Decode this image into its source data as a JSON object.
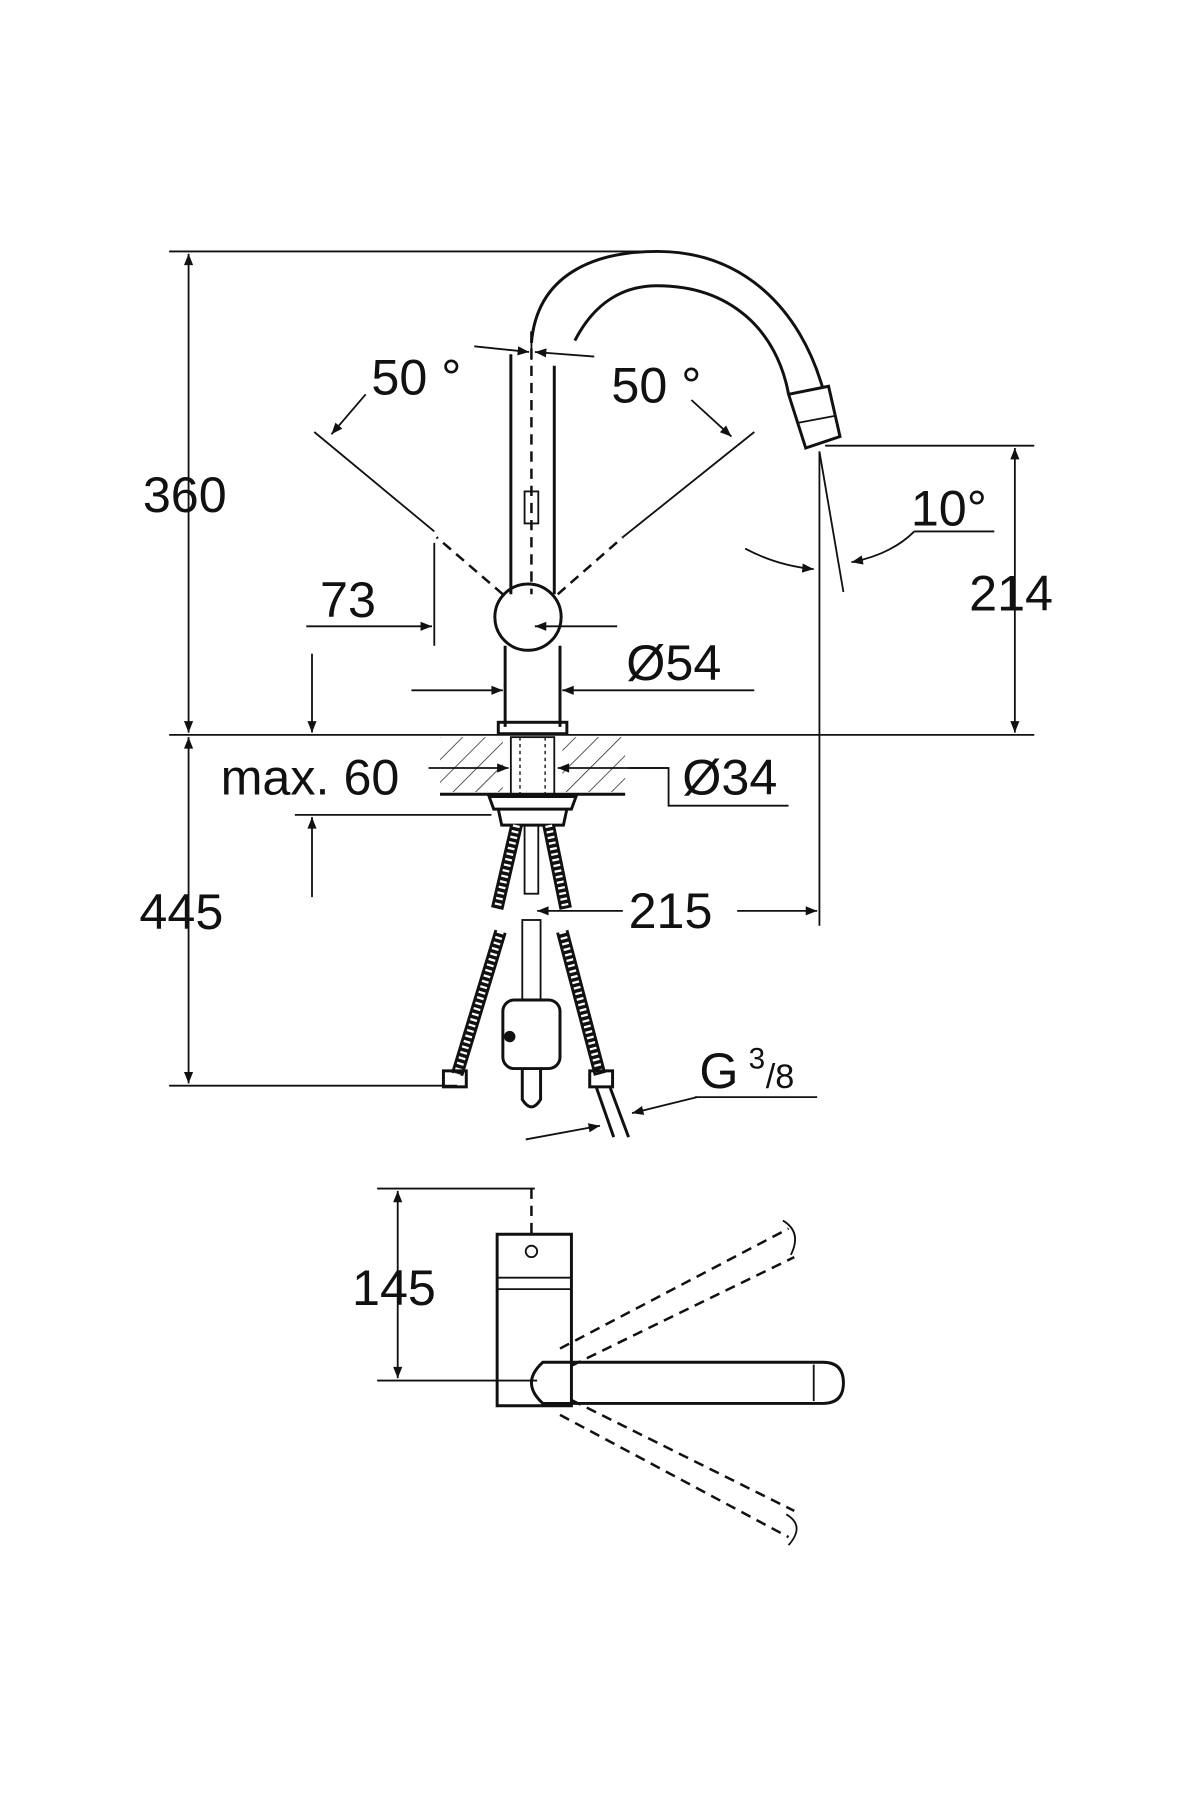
{
  "drawing": {
    "dimensions": {
      "total_height": "360",
      "lever_angle_left": "50 °",
      "lever_angle_right": "50 °",
      "lever_clearance": "73",
      "body_diameter": "Ø54",
      "spout_angle": "10°",
      "spout_height": "214",
      "max_worktop": "max. 60",
      "hole_diameter": "Ø34",
      "below_worktop": "445",
      "spout_reach": "215",
      "thread_g": "G",
      "thread_num": "3",
      "thread_den": "/8",
      "top_view_depth": "145"
    }
  }
}
